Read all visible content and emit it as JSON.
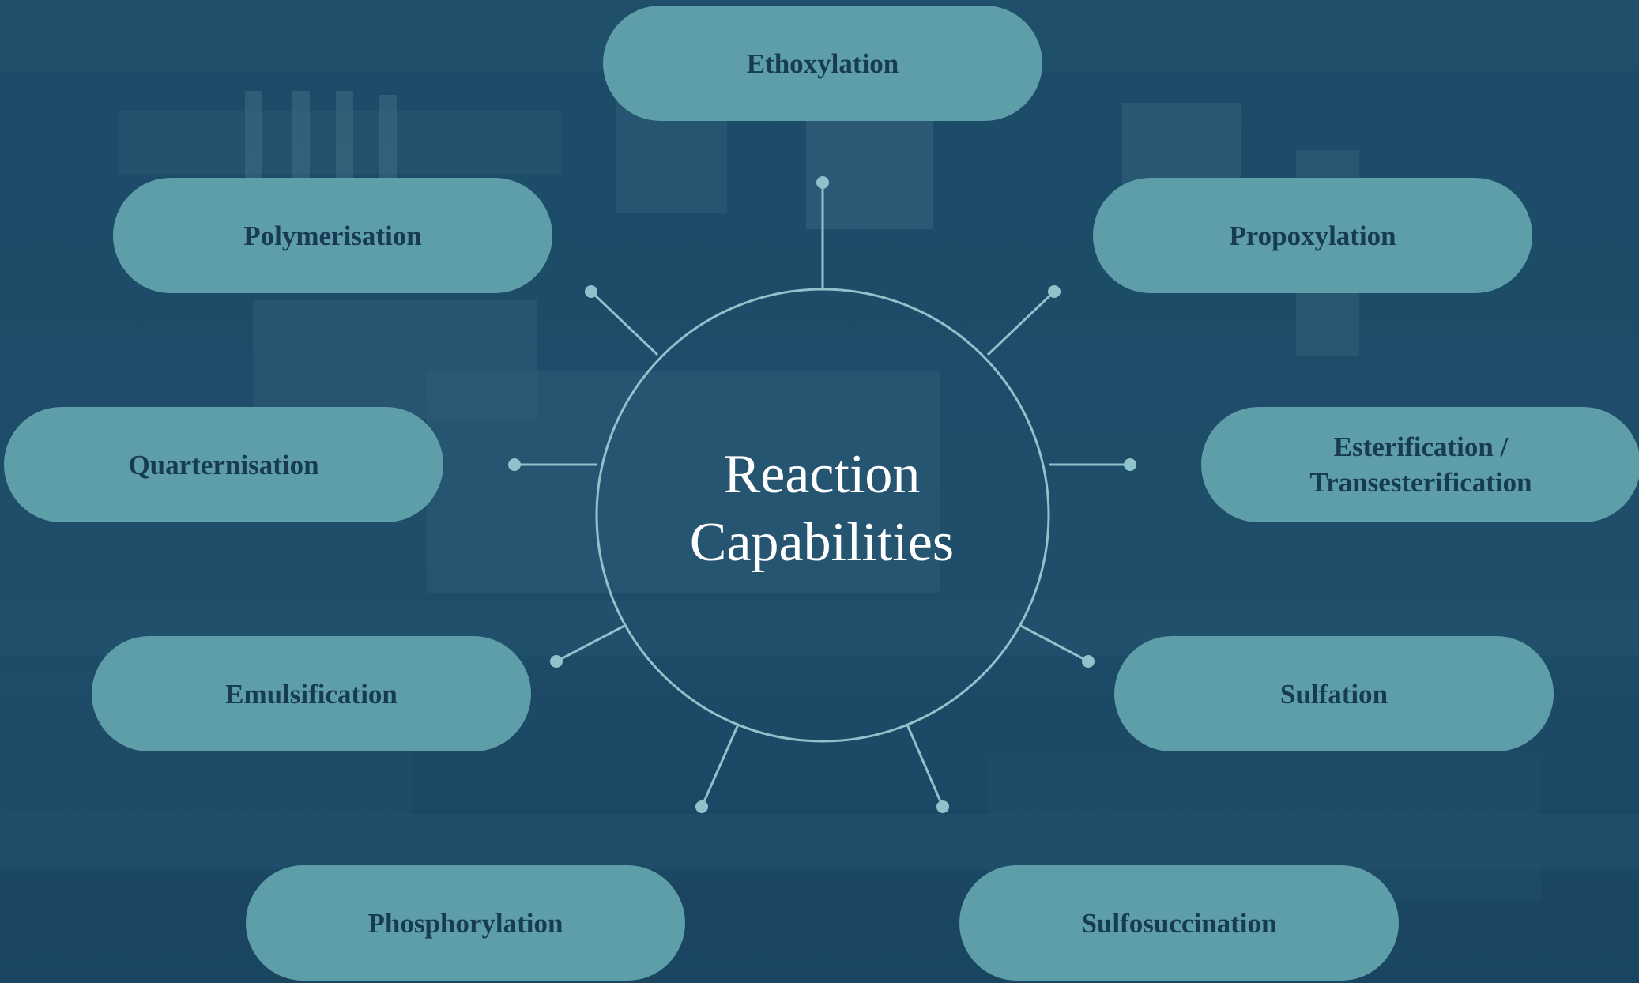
{
  "center": {
    "line1": "Reaction",
    "line2": "Capabilities"
  },
  "nodes": [
    {
      "id": "ethoxylation",
      "label": "Ethoxylation"
    },
    {
      "id": "polymerisation",
      "label": "Polymerisation"
    },
    {
      "id": "propoxylation",
      "label": "Propoxylation"
    },
    {
      "id": "quarternisation",
      "label": "Quarternisation"
    },
    {
      "id": "esterification",
      "line1": "Esterification /",
      "line2": "Transesterification"
    },
    {
      "id": "emulsification",
      "label": "Emulsification"
    },
    {
      "id": "sulfation",
      "label": "Sulfation"
    },
    {
      "id": "phosphorylation",
      "label": "Phosphorylation"
    },
    {
      "id": "sulfosuccination",
      "label": "Sulfosuccination"
    }
  ],
  "colors": {
    "pill": "#5e9ea8",
    "pill_text": "#173a55",
    "connector": "#8fc3cc",
    "center_text": "#ffffff",
    "background": "#21506c"
  }
}
